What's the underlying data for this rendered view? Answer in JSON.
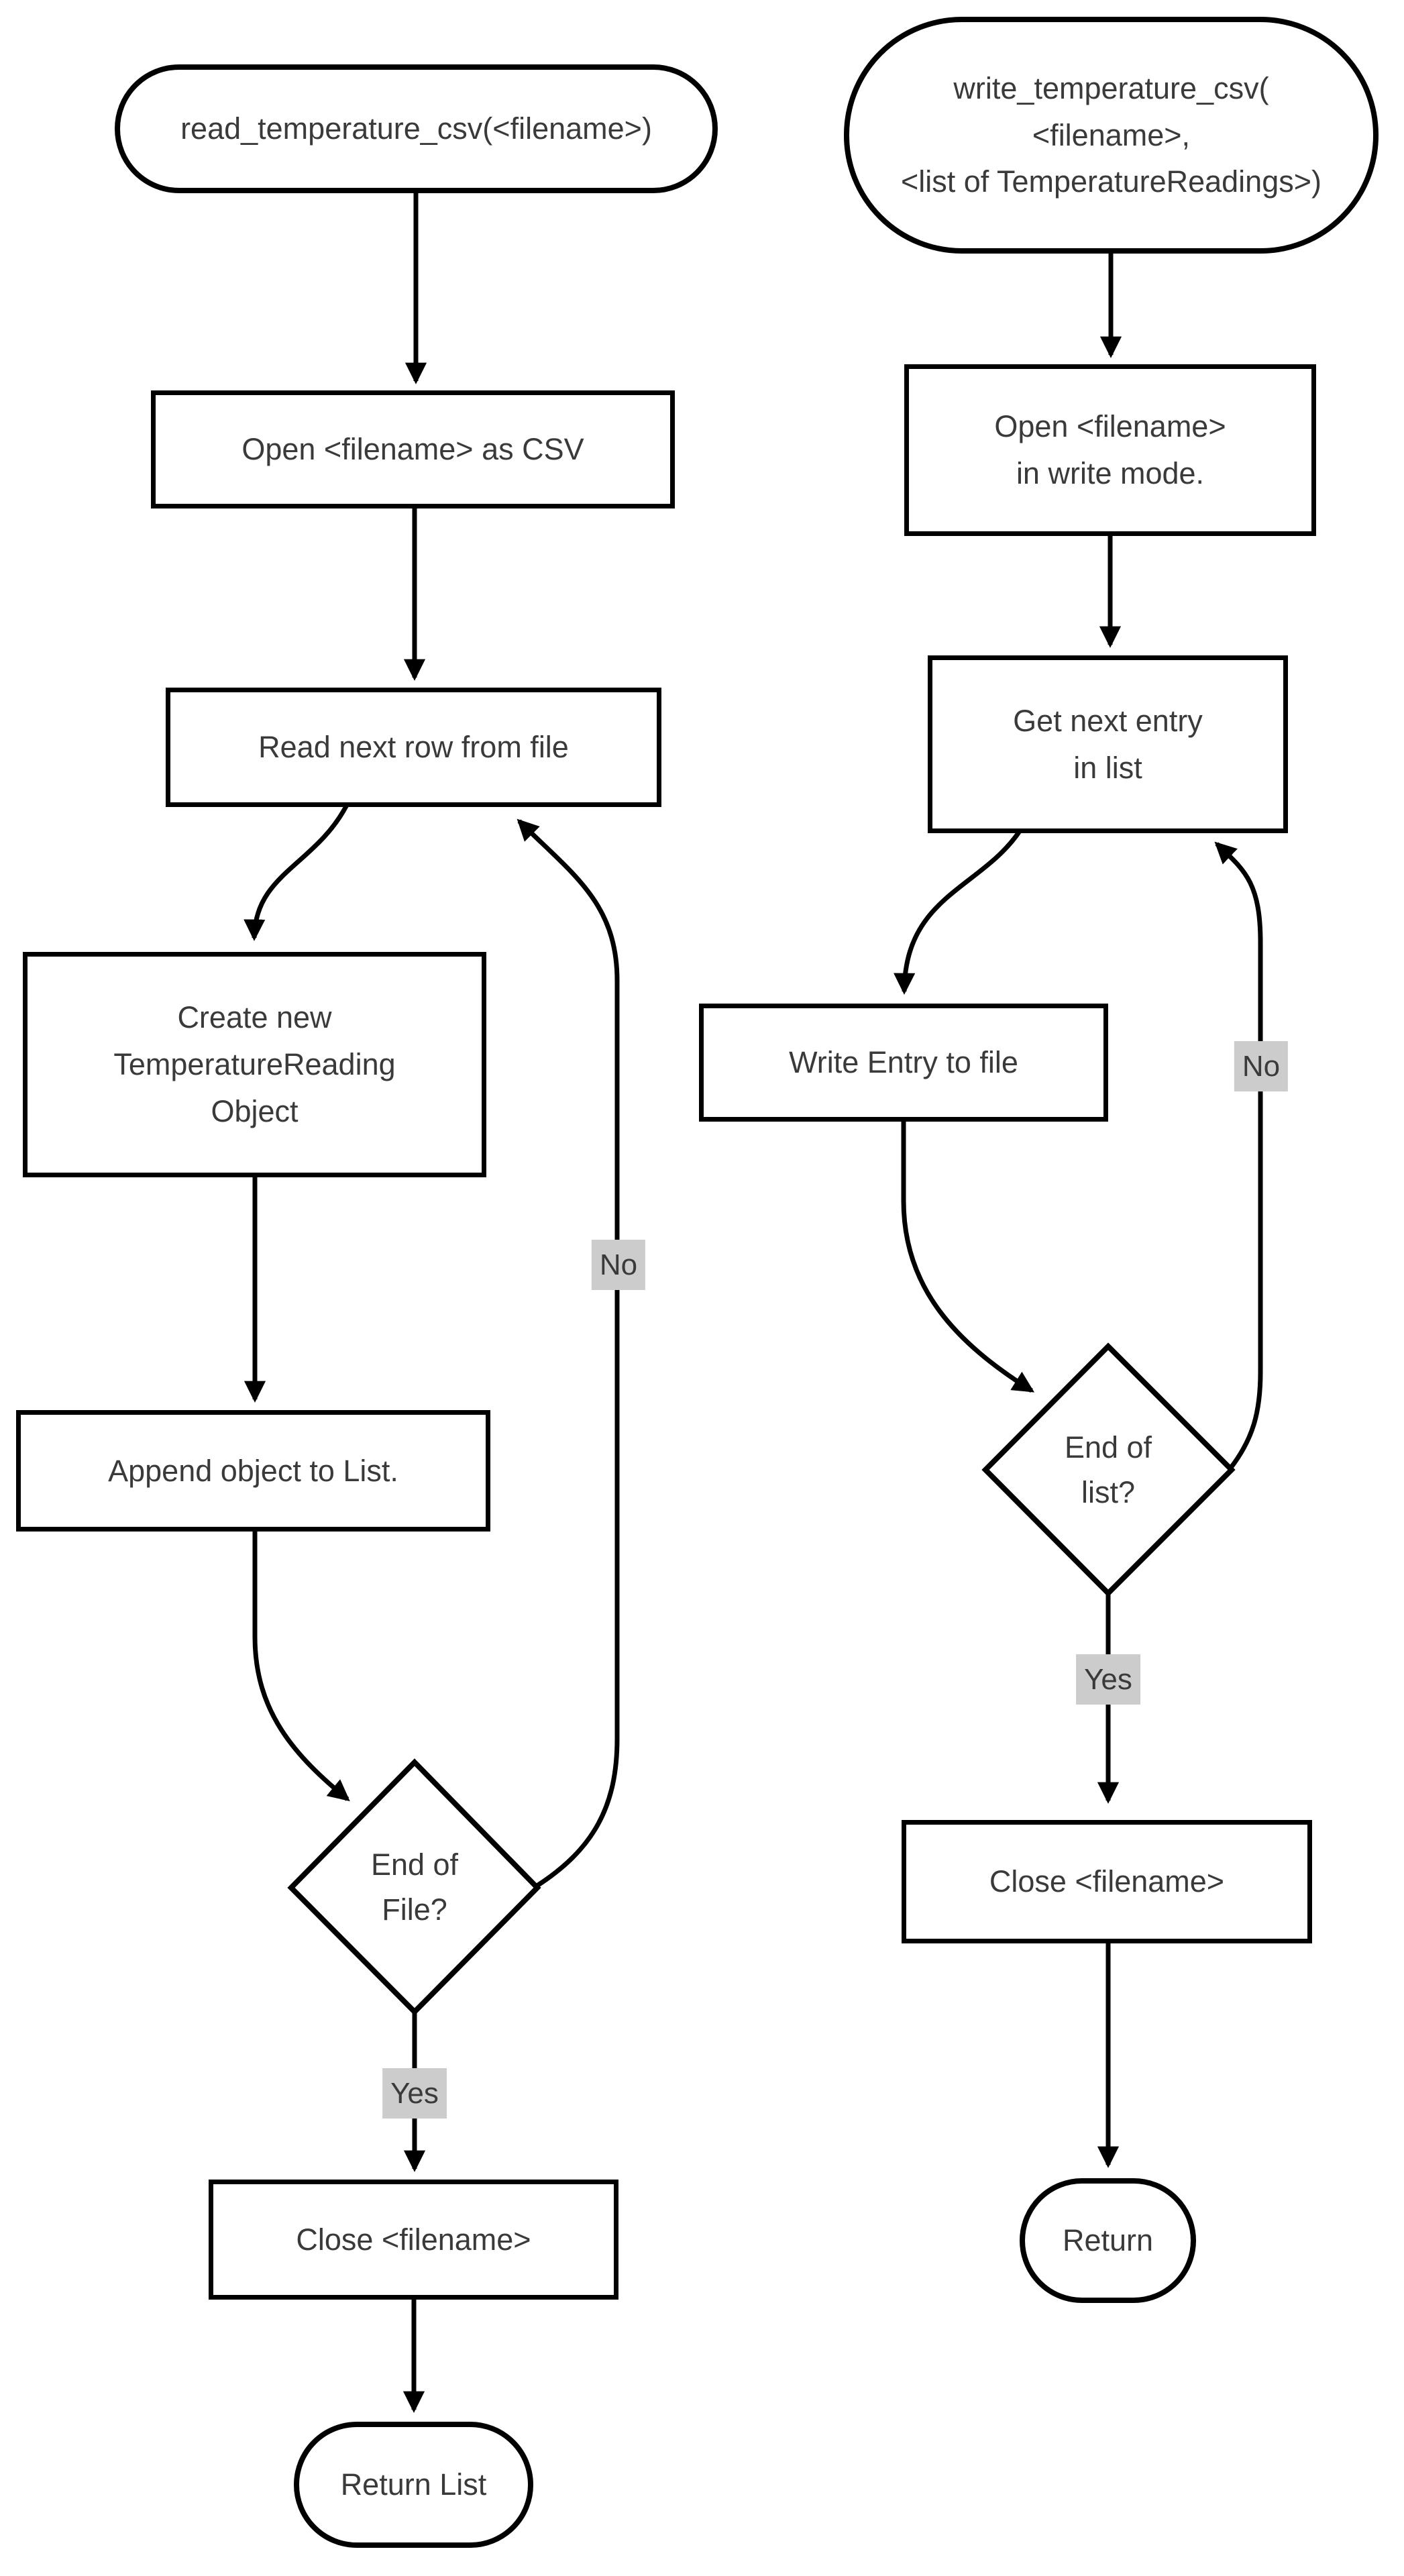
{
  "colors": {
    "background": "#ffffff",
    "line": "#000000",
    "text": "#3a3a3a",
    "label_bg": "#cccccc",
    "node_bg": "#ffffff"
  },
  "read_flow": {
    "start": "read_temperature_csv(<filename>)",
    "open_file": "Open <filename> as CSV",
    "read_row": "Read next row from file",
    "create_object": "Create new\nTemperatureReading\nObject",
    "append": "Append object to List.",
    "decision": "End of\nFile?",
    "decision_yes": "Yes",
    "decision_no": "No",
    "close_file": "Close <filename>",
    "end": "Return List"
  },
  "write_flow": {
    "start": "write_temperature_csv(\n<filename>,\n<list of TemperatureReadings>)",
    "open_file": "Open <filename>\nin write mode.",
    "get_entry": "Get next entry\nin list",
    "write_entry": "Write Entry to file",
    "decision": "End of\nlist?",
    "decision_yes": "Yes",
    "decision_no": "No",
    "close_file": "Close <filename>",
    "end": "Return"
  }
}
